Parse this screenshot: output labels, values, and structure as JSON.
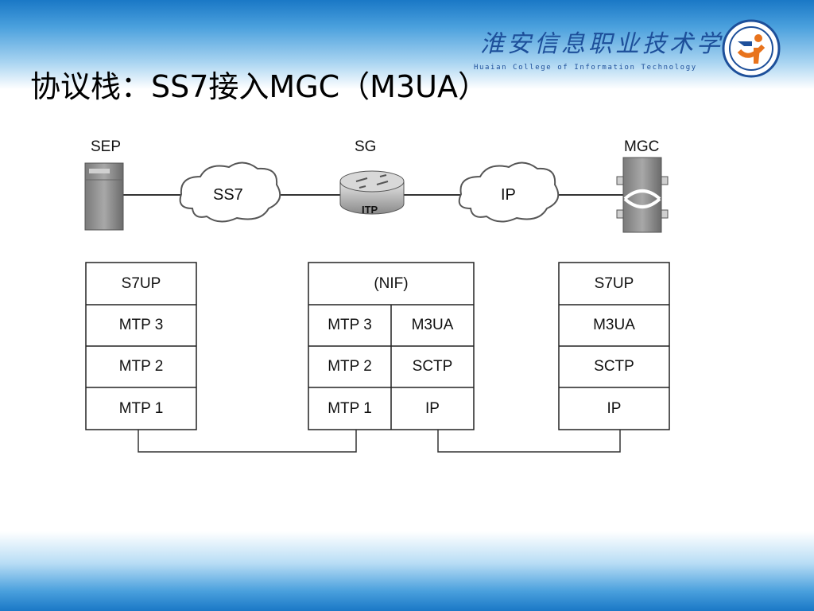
{
  "slide": {
    "title": "协议栈：SS7接入MGC（M3UA）",
    "college_name_cn": "淮安信息职业技术学院",
    "college_name_en": "Huaian College of Information Technology"
  },
  "nodes": {
    "sep": "SEP",
    "sg": "SG",
    "mgc": "MGC",
    "sg_device": "ITP"
  },
  "clouds": {
    "ss7": "SS7",
    "ip": "IP"
  },
  "stacks": {
    "sep": [
      "S7UP",
      "MTP 3",
      "MTP 2",
      "MTP 1"
    ],
    "sg_top": "(NIF)",
    "sg_left": [
      "MTP 3",
      "MTP 2",
      "MTP 1"
    ],
    "sg_right": [
      "M3UA",
      "SCTP",
      "IP"
    ],
    "mgc": [
      "S7UP",
      "M3UA",
      "SCTP",
      "IP"
    ]
  },
  "colors": {
    "accent_blue": "#1a78c6",
    "college_text": "#1d4f9a",
    "logo_orange": "#e8731c"
  },
  "icons": [
    "server-icon",
    "router-icon",
    "media-gateway-icon",
    "college-logo-icon",
    "cloud-icon"
  ]
}
